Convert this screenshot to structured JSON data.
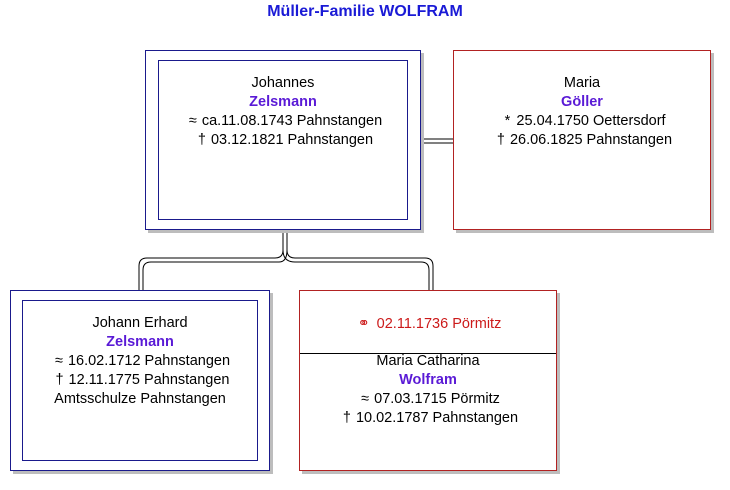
{
  "title": "Müller-Familie WOLFRAM",
  "persons": {
    "johannes": {
      "given": "Johannes",
      "surname": "Zelsmann",
      "events": [
        {
          "symbol": "≈",
          "text": "ca.11.08.1743 Pahnstangen"
        },
        {
          "symbol": "†",
          "text": "03.12.1821 Pahnstangen"
        }
      ]
    },
    "maria": {
      "given": "Maria",
      "surname": "Göller",
      "events": [
        {
          "symbol": "*",
          "text": "25.04.1750 Oettersdorf"
        },
        {
          "symbol": "†",
          "text": "26.06.1825 Pahnstangen"
        }
      ]
    },
    "johann_erhard": {
      "given": "Johann Erhard",
      "surname": "Zelsmann",
      "events": [
        {
          "symbol": "≈",
          "text": "16.02.1712 Pahnstangen"
        },
        {
          "symbol": "†",
          "text": "12.11.1775 Pahnstangen"
        }
      ],
      "occupation": "Amtsschulze Pahnstangen"
    },
    "maria_catharina": {
      "marriage": {
        "symbol": "⚭",
        "text": "02.11.1736 Pörmitz"
      },
      "given": "Maria Catharina",
      "surname": "Wolfram",
      "events": [
        {
          "symbol": "≈",
          "text": "07.03.1715 Pörmitz"
        },
        {
          "symbol": "†",
          "text": "10.02.1787 Pahnstangen"
        }
      ]
    }
  },
  "colors": {
    "male_border": "#1a1a8c",
    "female_border": "#b22222",
    "surname": "#5a1ad6",
    "title": "#1a1ad6",
    "marriage": "#cc1a1a"
  }
}
